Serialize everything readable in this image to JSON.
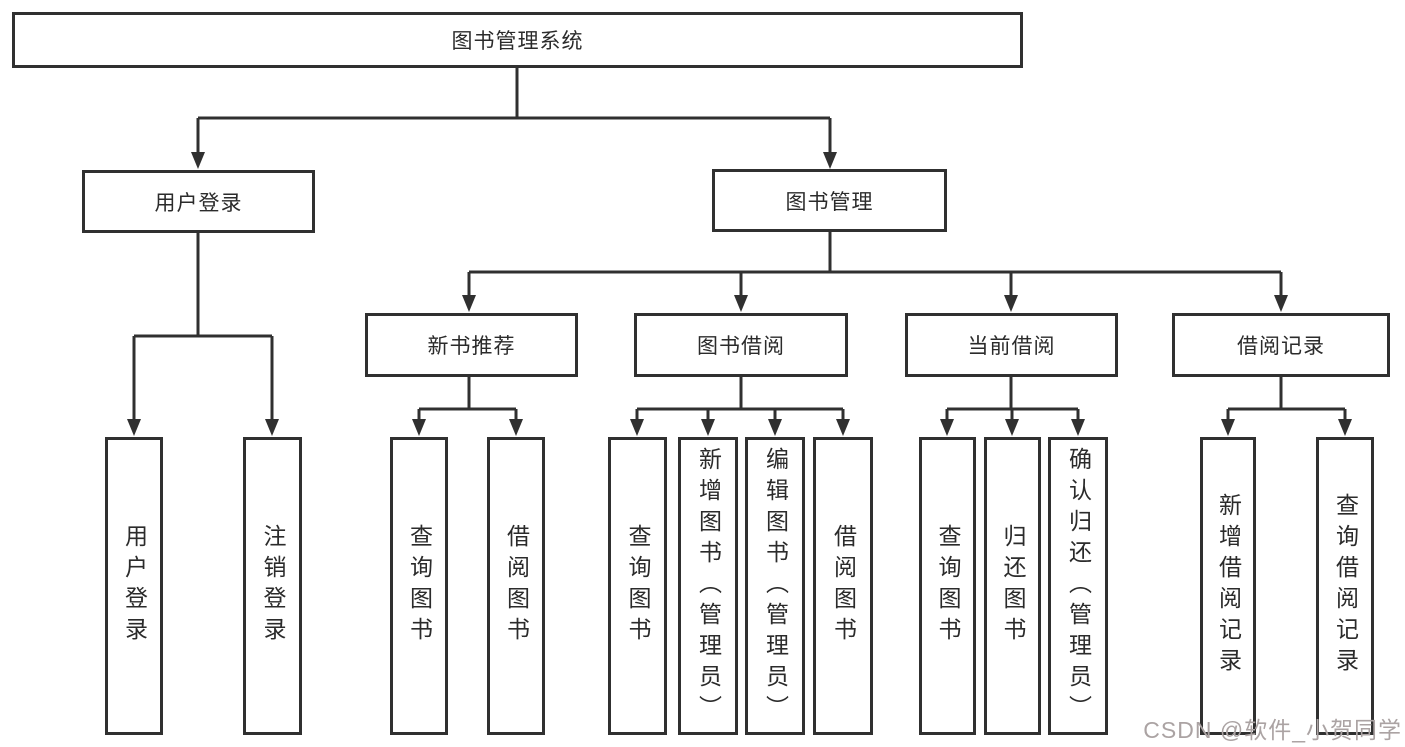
{
  "colors": {
    "line": "#303030",
    "text": "#2b2b2b",
    "background": "#ffffff",
    "watermark": "#aba3a3"
  },
  "tree": {
    "label": "图书管理系统",
    "children": [
      {
        "label": "用户登录",
        "children": [
          {
            "label": "用户登录"
          },
          {
            "label": "注销登录"
          }
        ]
      },
      {
        "label": "图书管理",
        "children": [
          {
            "label": "新书推荐",
            "children": [
              {
                "label": "查询图书"
              },
              {
                "label": "借阅图书"
              }
            ]
          },
          {
            "label": "图书借阅",
            "children": [
              {
                "label": "查询图书"
              },
              {
                "label": "新增图书（管理员）"
              },
              {
                "label": "编辑图书（管理员）"
              },
              {
                "label": "借阅图书"
              }
            ]
          },
          {
            "label": "当前借阅",
            "children": [
              {
                "label": "查询图书"
              },
              {
                "label": "归还图书"
              },
              {
                "label": "确认归还（管理员）"
              }
            ]
          },
          {
            "label": "借阅记录",
            "children": [
              {
                "label": "新增借阅记录"
              },
              {
                "label": "查询借阅记录"
              }
            ]
          }
        ]
      }
    ]
  },
  "watermark": {
    "text": "CSDN @软件_小贺同学"
  }
}
